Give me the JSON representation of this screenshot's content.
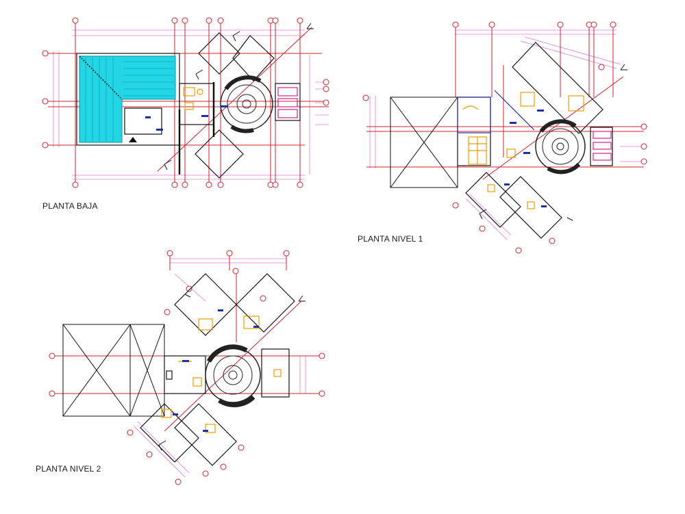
{
  "plans": {
    "baja": {
      "title": "PLANTA BAJA"
    },
    "nivel1": {
      "title": "PLANTA NIVEL 1"
    },
    "nivel2": {
      "title": "PLANTA NIVEL 2"
    }
  },
  "colors": {
    "axis": "#d0202c",
    "dimension": "#e07ad8",
    "wall": "#111111",
    "pool_fill": "#22d6e6",
    "pool_hatch": "#0c8da0",
    "furniture": "#f29a00",
    "stair": "#222222",
    "blue_mark": "#2030a0",
    "bath": "#d8208a"
  },
  "icons": [
    "north-arrow-icon",
    "section-marker-icon",
    "grid-bubble-icon"
  ]
}
